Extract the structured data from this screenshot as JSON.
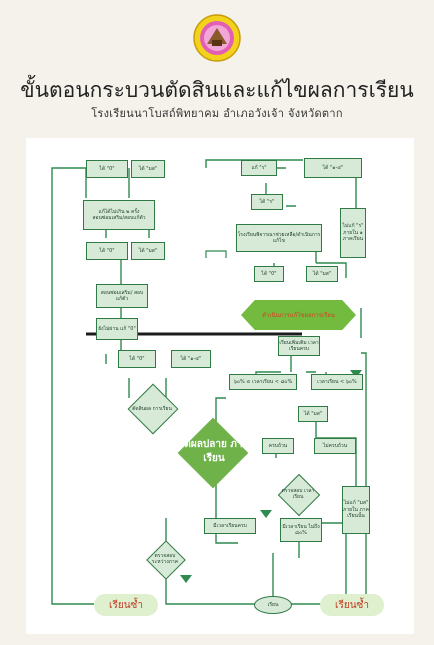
{
  "header": {
    "title": "ขั้นตอนกระบวนตัดสินและแก้ไขผลการเรียน",
    "subtitle": "โรงเรียนนาโบสถ์พิทยาคม อำเภอวังเจ้า จังหวัดตาก"
  },
  "flow": {
    "grade_0": "ได้ \"0\"",
    "grade_mor_s": "ได้ \"มส\"",
    "fix_2": "แก้ได้ไม่เกิน ๒ ครั้ง",
    "fix_2_sub": "สอนซ่อมเสริม/สอบแก้ตัว",
    "teach_retest": "สอนซ่อมเสริม/ สอบแก้ตัว",
    "still_0": "ยังไม่ผ่าน แก้ \"0\"",
    "grade_0b": "ได้ \"0\"",
    "grade_mor_s2": "ได้ \"มส\"",
    "decide_grade": "ตัดสินผล การเรียน",
    "eval_end": "วัดผลปลาย ภาคเรียน",
    "grade_r": "แก้ \"ร\"",
    "grade_1_4": "ได้ \"๑-๔\"",
    "grade_r2": "ได้ \"ร\"",
    "fix_r": "ไม่แก้ \"ร\" ภายใน ๑ ภาคเรียน",
    "school_fix": "โรงเรียนพิจารณาช่วยเหลือ/ดำเนินการแก้ไข",
    "grade_0c": "ได้ \"0\"",
    "grade_mor_s3": "ได้ \"มส\"",
    "banner": "ดำเนินการแก้ไขผลการเรียน",
    "study_add": "เรียนเพิ่มเติม เวลาเรียนครบ",
    "time_ge80": "๖๐% ≤ เวลาเรียน < ๘๐%",
    "time_lt60": "เวลาเรียน < ๖๐%",
    "grade_mor_s4": "ได้ \"มส\"",
    "complete": "ครบถ้วน",
    "not_complete": "ไม่ครบถ้วน",
    "check_time": "ตรวจสอบ เวลาเรียน",
    "time_80": "มีเวลาเรียน ไม่ถึง ๘๐%",
    "not_fix_ms": "ไม่แก้ \"มส\" ภายใน ภาคเรียนนั้น",
    "time_ok": "มีเวลาเรียนครบ",
    "check_eval": "ตรวจสอบ ระหว่างภาค",
    "learn": "เรียน",
    "repeat_left": "เรียนซ้ำ",
    "repeat_right": "เรียนซ้ำ"
  },
  "colors": {
    "box_fill": "#d7ead7",
    "box_stroke": "#2f7a45",
    "line": "#2f8a4e",
    "diamond": "#6fb24a",
    "banner": "#73bb3f",
    "banner_text": "#d4411e",
    "pill_fill": "#dff0cf",
    "repeat_text": "#c23a24"
  }
}
